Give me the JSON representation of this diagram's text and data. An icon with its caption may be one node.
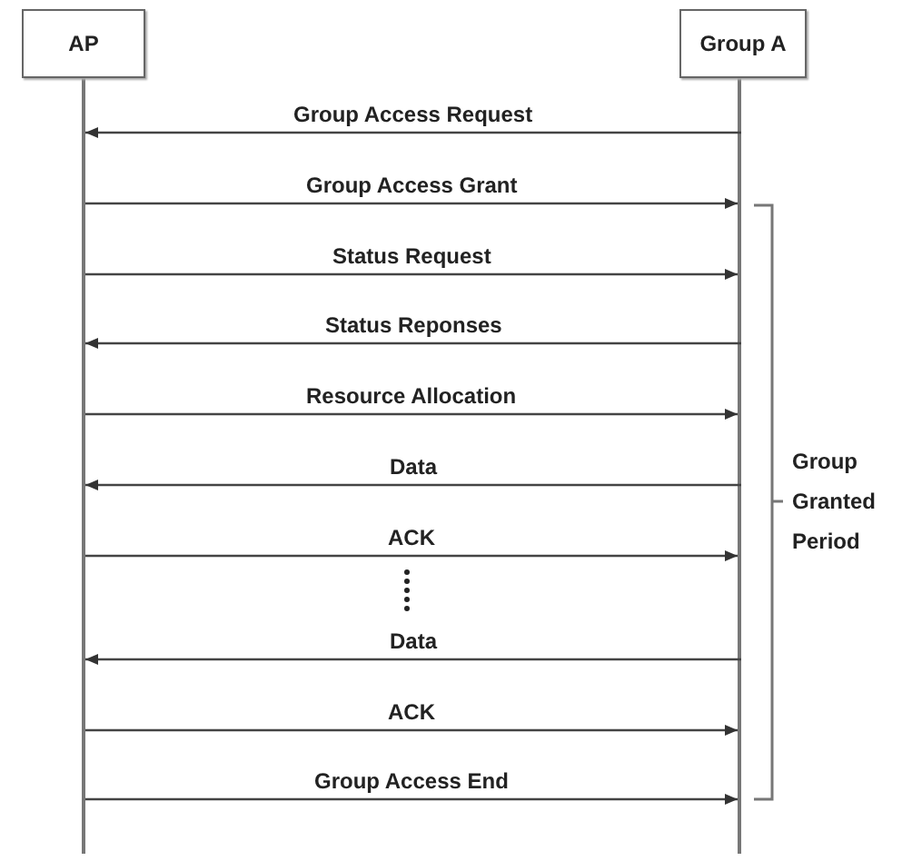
{
  "diagram": {
    "nodes": [
      {
        "text": [
          "AP"
        ]
      },
      {
        "text": [
          "Group A"
        ]
      }
    ],
    "edges": [
      {
        "from": 1,
        "to": 0,
        "arrow": "to",
        "label": "Group Access Request"
      },
      {
        "from": 0,
        "to": 1,
        "arrow": "to",
        "label": "Group Access Grant"
      },
      {
        "from": 0,
        "to": 1,
        "arrow": "to",
        "label": "Status Request"
      },
      {
        "from": 1,
        "to": 0,
        "arrow": "to",
        "label": "Status Reponses"
      },
      {
        "from": 0,
        "to": 1,
        "arrow": "to",
        "label": "Resource Allocation"
      },
      {
        "from": 1,
        "to": 0,
        "arrow": "to",
        "label": "Data"
      },
      {
        "from": 0,
        "to": 1,
        "arrow": "to",
        "label": "ACK"
      },
      {
        "from": 1,
        "to": 0,
        "arrow": "to",
        "label": "Data"
      },
      {
        "from": 0,
        "to": 1,
        "arrow": "to",
        "label": "ACK"
      },
      {
        "from": 0,
        "to": 1,
        "arrow": "to",
        "label": "Group Access End"
      }
    ],
    "labels": [
      "Group Granted Period"
    ]
  }
}
